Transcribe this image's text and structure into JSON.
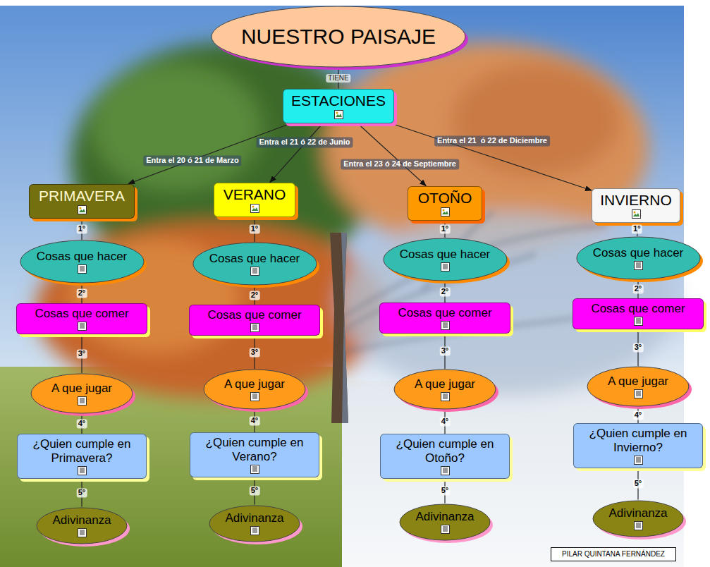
{
  "diagram": {
    "nodes": [
      {
        "text": [
          "NUESTRO PAISAJE"
        ]
      },
      {
        "text": [
          "ESTACIONES"
        ]
      },
      {
        "text": [
          "PRIMAVERA"
        ]
      },
      {
        "text": [
          "VERANO"
        ]
      },
      {
        "text": [
          "OTOÑO"
        ]
      },
      {
        "text": [
          "INVIERNO"
        ]
      },
      {
        "text": [
          "Cosas que hacer"
        ]
      },
      {
        "text": [
          "Cosas que comer"
        ]
      },
      {
        "text": [
          "A que jugar"
        ]
      },
      {
        "text": [
          "¿Quien cumple en Primavera?"
        ]
      },
      {
        "text": [
          "Adivinanza"
        ]
      },
      {
        "text": [
          "Cosas que hacer"
        ]
      },
      {
        "text": [
          "Cosas que comer"
        ]
      },
      {
        "text": [
          "A que jugar"
        ]
      },
      {
        "text": [
          "¿Quien cumple en Verano?"
        ]
      },
      {
        "text": [
          "Adivinanza"
        ]
      },
      {
        "text": [
          "Cosas que hacer"
        ]
      },
      {
        "text": [
          "Cosas que comer"
        ]
      },
      {
        "text": [
          "A que jugar"
        ]
      },
      {
        "text": [
          "¿Quien cumple en Otoño?"
        ]
      },
      {
        "text": [
          "Adivinanza"
        ]
      },
      {
        "text": [
          "Cosas que hacer"
        ]
      },
      {
        "text": [
          "Cosas que comer"
        ]
      },
      {
        "text": [
          "A que jugar"
        ]
      },
      {
        "text": [
          "¿Quien cumple en Invierno?"
        ]
      },
      {
        "text": [
          "Adivinanza"
        ]
      },
      {
        "text": [
          "PILAR QUINTANA FERNÁNDEZ"
        ]
      }
    ],
    "edges": [
      {
        "from": 0,
        "to": 1,
        "label": "TIENE",
        "arrow": "none"
      },
      {
        "from": 1,
        "to": 2,
        "label": "Entra el 20 ó 21 de Marzo",
        "arrow": "to"
      },
      {
        "from": 1,
        "to": 3,
        "label": "Entra el 21 ó 22 de Junio",
        "arrow": "to"
      },
      {
        "from": 1,
        "to": 4,
        "label": "Entra el 23 ó 24 de Septiembre",
        "arrow": "to"
      },
      {
        "from": 1,
        "to": 5,
        "label": "Entra el 21  ó 22 de Diciembre",
        "arrow": "to"
      },
      {
        "from": 2,
        "to": 6,
        "label": "1°",
        "arrow": "none"
      },
      {
        "from": 6,
        "to": 7,
        "label": "2°",
        "arrow": "none"
      },
      {
        "from": 7,
        "to": 8,
        "label": "3°",
        "arrow": "none"
      },
      {
        "from": 8,
        "to": 9,
        "label": "4°",
        "arrow": "none"
      },
      {
        "from": 9,
        "to": 10,
        "label": "5°",
        "arrow": "none"
      },
      {
        "from": 3,
        "to": 11,
        "label": "1°",
        "arrow": "none"
      },
      {
        "from": 11,
        "to": 12,
        "label": "2°",
        "arrow": "none"
      },
      {
        "from": 12,
        "to": 13,
        "label": "3°",
        "arrow": "none"
      },
      {
        "from": 13,
        "to": 14,
        "label": "4°",
        "arrow": "none"
      },
      {
        "from": 14,
        "to": 15,
        "label": "5°",
        "arrow": "none"
      },
      {
        "from": 4,
        "to": 16,
        "label": "1°",
        "arrow": "none"
      },
      {
        "from": 16,
        "to": 17,
        "label": "2°",
        "arrow": "none"
      },
      {
        "from": 17,
        "to": 18,
        "label": "3°",
        "arrow": "none"
      },
      {
        "from": 18,
        "to": 19,
        "label": "4°",
        "arrow": "none"
      },
      {
        "from": 19,
        "to": 20,
        "label": "5°",
        "arrow": "none"
      },
      {
        "from": 5,
        "to": 21,
        "label": "1°",
        "arrow": "none"
      },
      {
        "from": 21,
        "to": 22,
        "label": "2°",
        "arrow": "none"
      },
      {
        "from": 22,
        "to": 23,
        "label": "3°",
        "arrow": "none"
      },
      {
        "from": 23,
        "to": 24,
        "label": "4°",
        "arrow": "none"
      },
      {
        "from": 24,
        "to": 25,
        "label": "5°",
        "arrow": "none"
      }
    ]
  }
}
